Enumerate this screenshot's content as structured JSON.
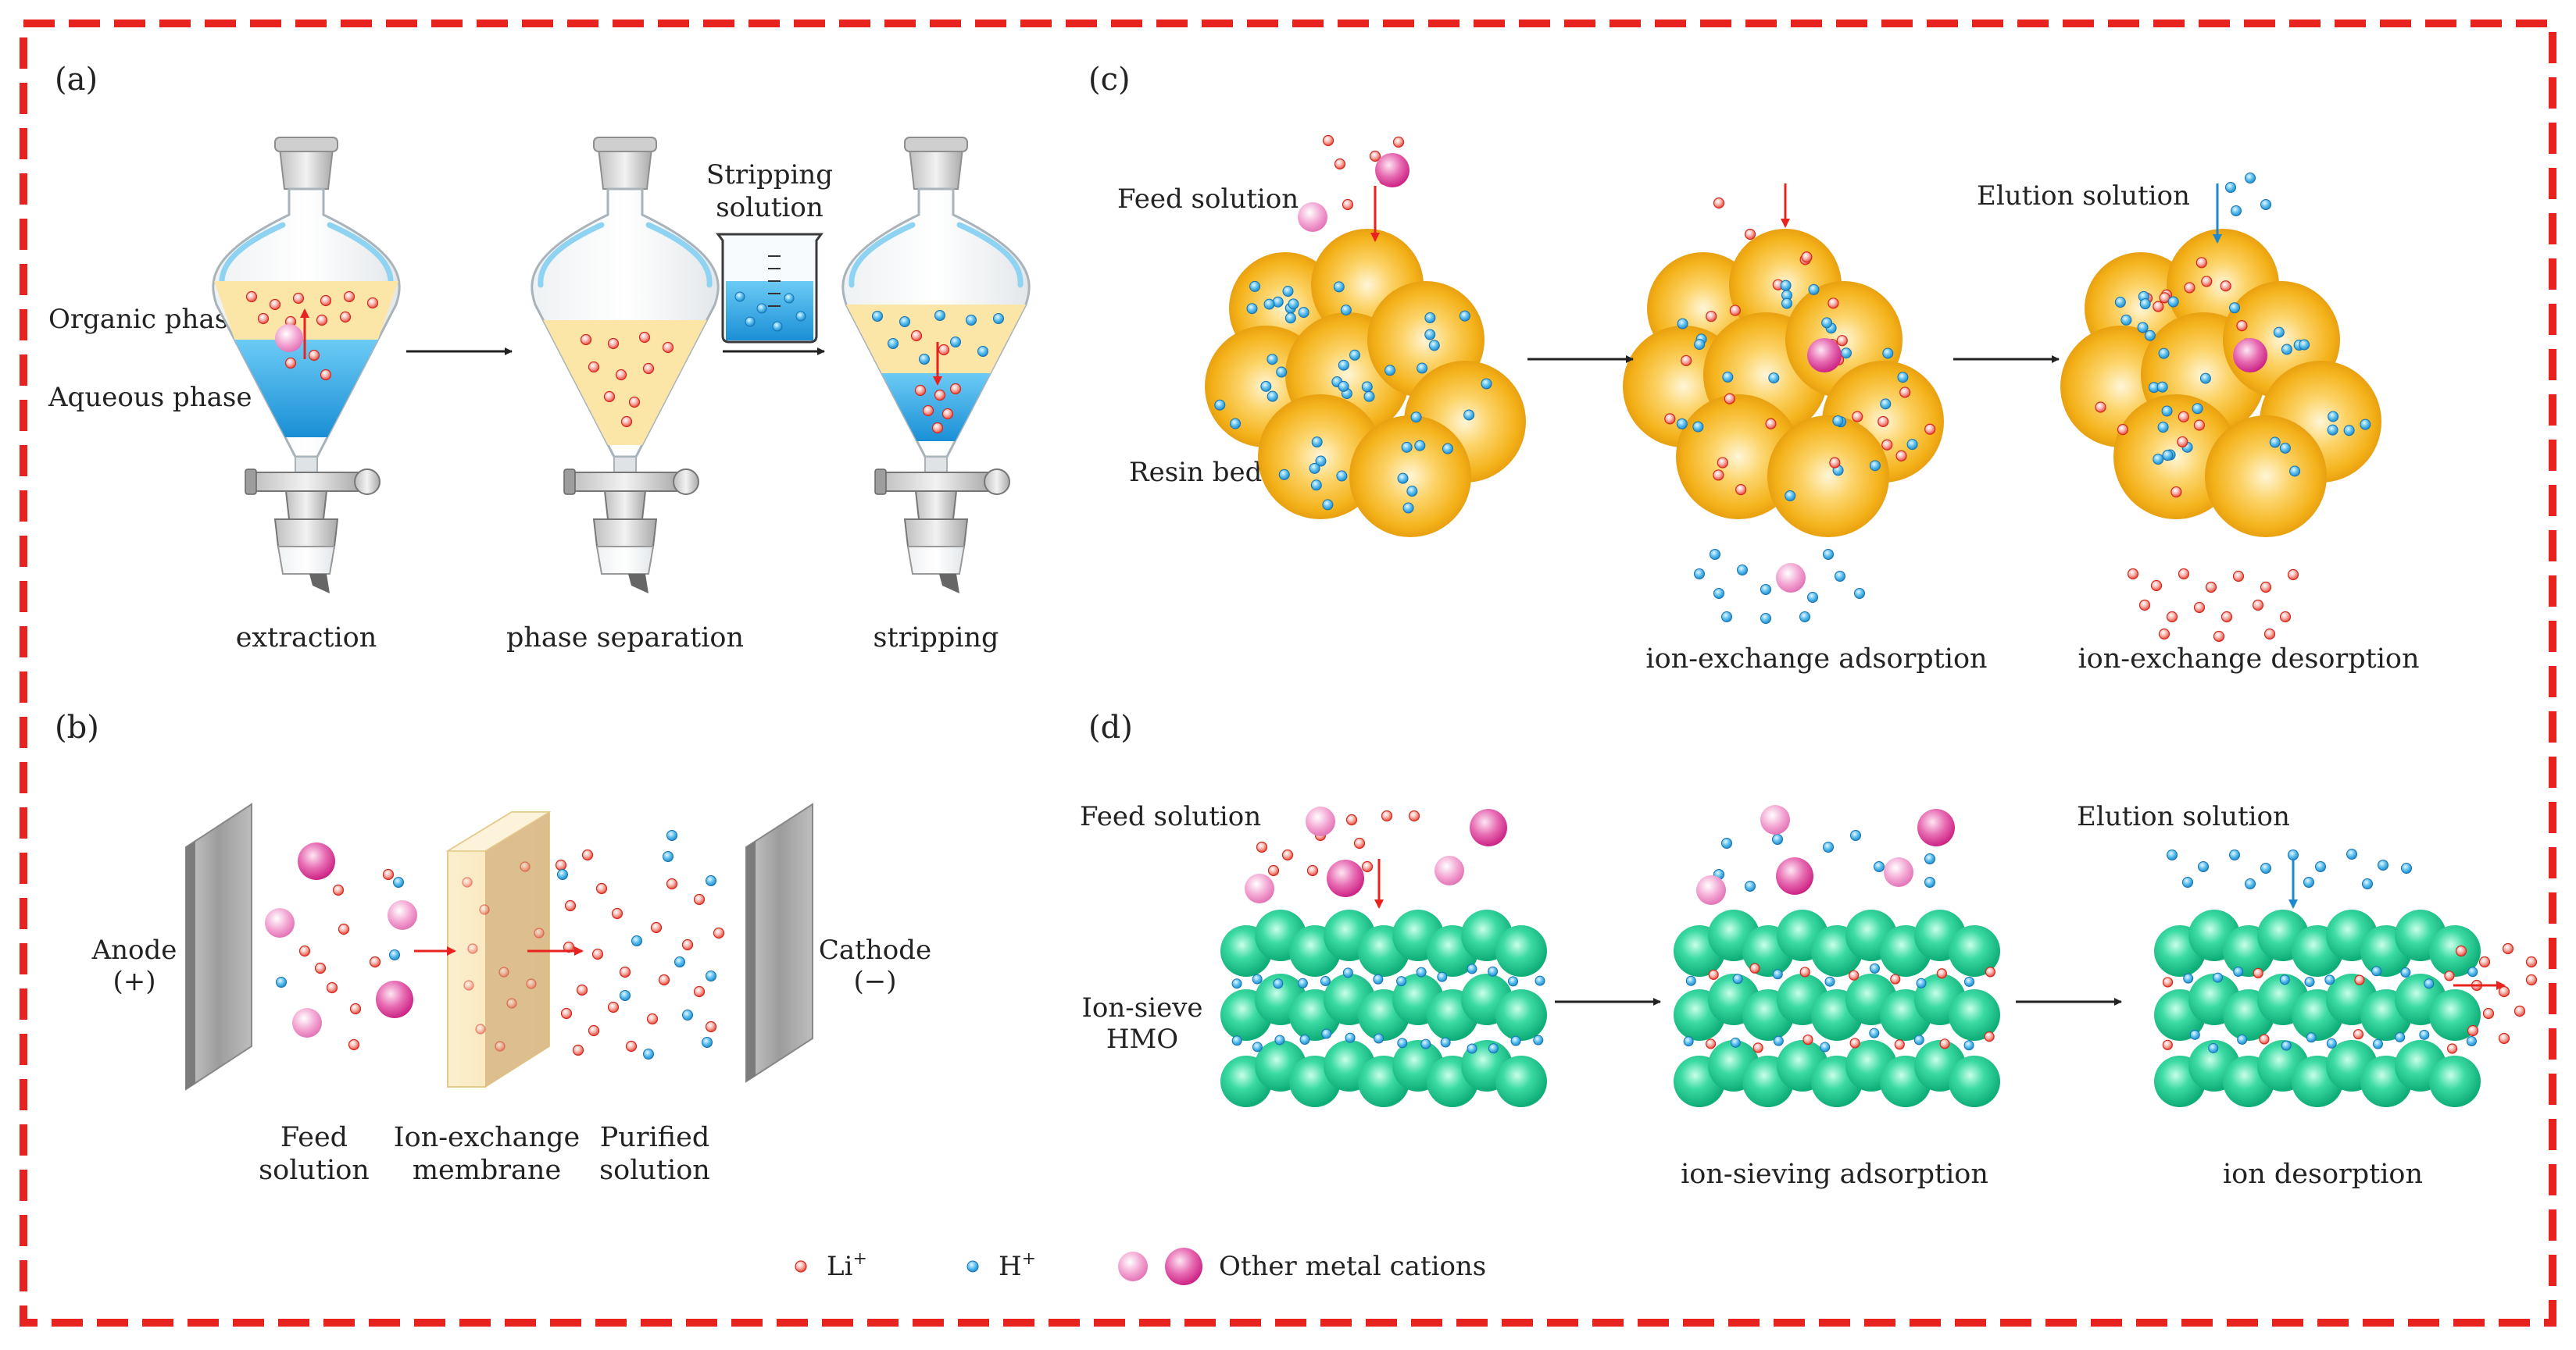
{
  "colors": {
    "border": "#e8231f",
    "li": "#e8392b",
    "h": "#1e9ad6",
    "metal": "#e2479e",
    "resin": "#f4b21a",
    "sieve": "#1fc48f",
    "aqueous": "#2aa7e6",
    "organic": "#fbe6a8"
  },
  "panels": {
    "a": {
      "label": "(a)",
      "organic_phase": "Organic phase",
      "aqueous_phase": "Aqueous phase",
      "stripping_solution_line1": "Stripping",
      "stripping_solution_line2": "solution",
      "steps": [
        "extraction",
        "phase separation",
        "stripping"
      ]
    },
    "b": {
      "label": "(b)",
      "anode": "Anode",
      "anode_sign": "(+)",
      "cathode": "Cathode",
      "cathode_sign": "(−)",
      "feed_line1": "Feed",
      "feed_line2": "solution",
      "membrane_line1": "Ion-exchange",
      "membrane_line2": "membrane",
      "purified_line1": "Purified",
      "purified_line2": "solution"
    },
    "c": {
      "label": "(c)",
      "feed_solution": "Feed solution",
      "elution_solution": "Elution solution",
      "resin_bed": "Resin bed",
      "steps": [
        "ion-exchange adsorption",
        "ion-exchange desorption"
      ]
    },
    "d": {
      "label": "(d)",
      "feed_solution": "Feed solution",
      "elution_solution": "Elution solution",
      "ion_sieve_line1": "Ion-sieve",
      "ion_sieve_line2": "HMO",
      "steps": [
        "ion-sieving adsorption",
        "ion desorption"
      ]
    }
  },
  "legend": {
    "li": "Li",
    "h": "H",
    "superscript": "+",
    "metal": "Other metal cations"
  }
}
